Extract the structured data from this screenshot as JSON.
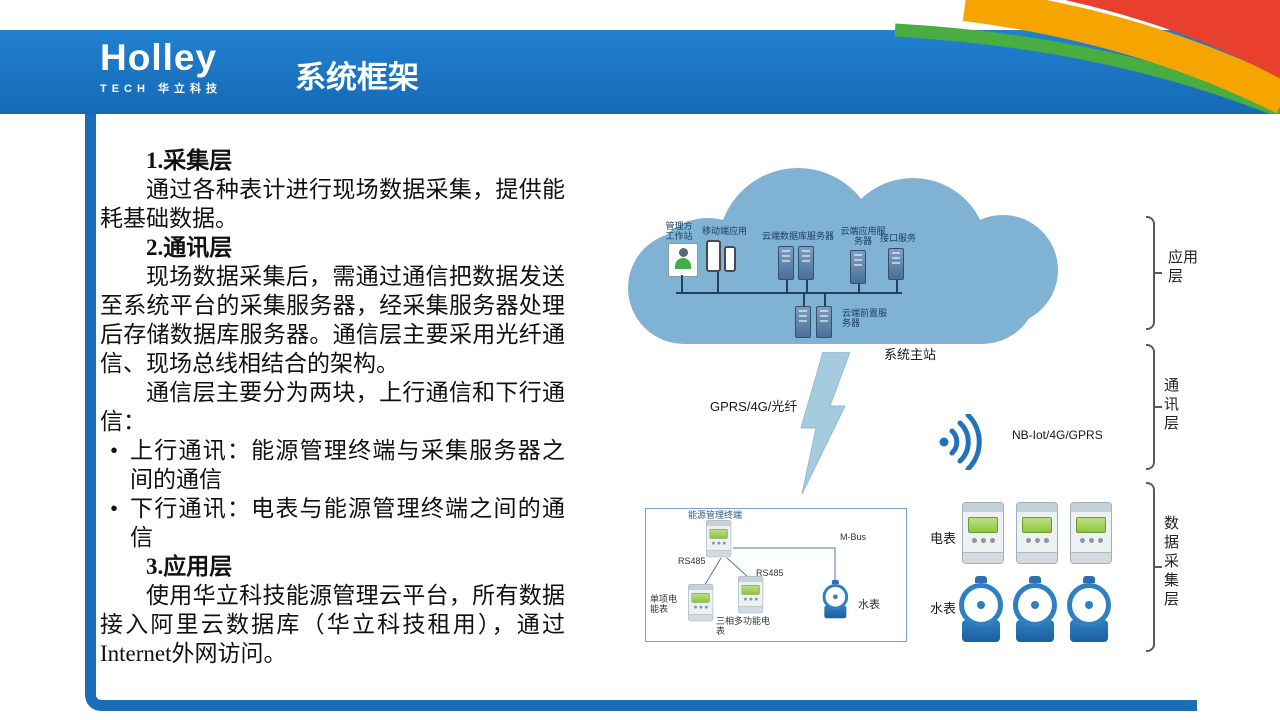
{
  "header": {
    "logo_main": "Holley",
    "logo_sub": "TECH 华立科技",
    "title": "系统框架"
  },
  "content": {
    "s1_heading": "1.采集层",
    "s1_p1": "通过各种表计进行现场数据采集，提供能耗基础数据。",
    "s2_heading": "2.通讯层",
    "s2_p1": "现场数据采集后，需通过通信把数据发送至系统平台的采集服务器，经采集服务器处理后存储数据库服务器。通信层主要采用光纤通信、现场总线相结合的架构。",
    "s2_p2": "通信层主要分为两块，上行通信和下行通信：",
    "s2_b1": "上行通讯：能源管理终端与采集服务器之间的通信",
    "s2_b2": "下行通讯：电表与能源管理终端之间的通信",
    "s3_heading": "3.应用层",
    "s3_p1": "使用华立科技能源管理云平台，所有数据接入阿里云数据库（华立科技租用），通过Internet外网访问。"
  },
  "diagram": {
    "cloud": {
      "workstation_label": "管理方工作站",
      "mobile_label": "移动端应用",
      "db_server_label": "云端数据库服务器",
      "app_server_label": "云端应用服务器",
      "interface_label": "接口服务",
      "front_server_label": "云端前置服务器"
    },
    "main_station_label": "系统主站",
    "link_label": "GPRS/4G/光纤",
    "wireless_label": "NB-Iot/4G/GPRS",
    "terminal": {
      "terminal_label": "能源管理终端",
      "rs485_a": "RS485",
      "rs485_b": "RS485",
      "mbus": "M-Bus",
      "meter_single": "单项电能表",
      "meter_three": "三相多功能电表",
      "water": "水表"
    },
    "meters": {
      "electric_label": "电表",
      "water_label": "水表"
    },
    "layers": {
      "app": "应用层",
      "comm": "通讯层",
      "collect": "数据采集层"
    }
  },
  "colors": {
    "header_blue": "#1b74c2",
    "frame_blue": "#1b6db8",
    "cloud_blue": "#7fb2d3",
    "accent_green": "#49ad41",
    "accent_orange": "#f6a400",
    "accent_red": "#e8402c",
    "wifi_blue": "#2273ba",
    "meter_screen_green": "#8fc441"
  }
}
